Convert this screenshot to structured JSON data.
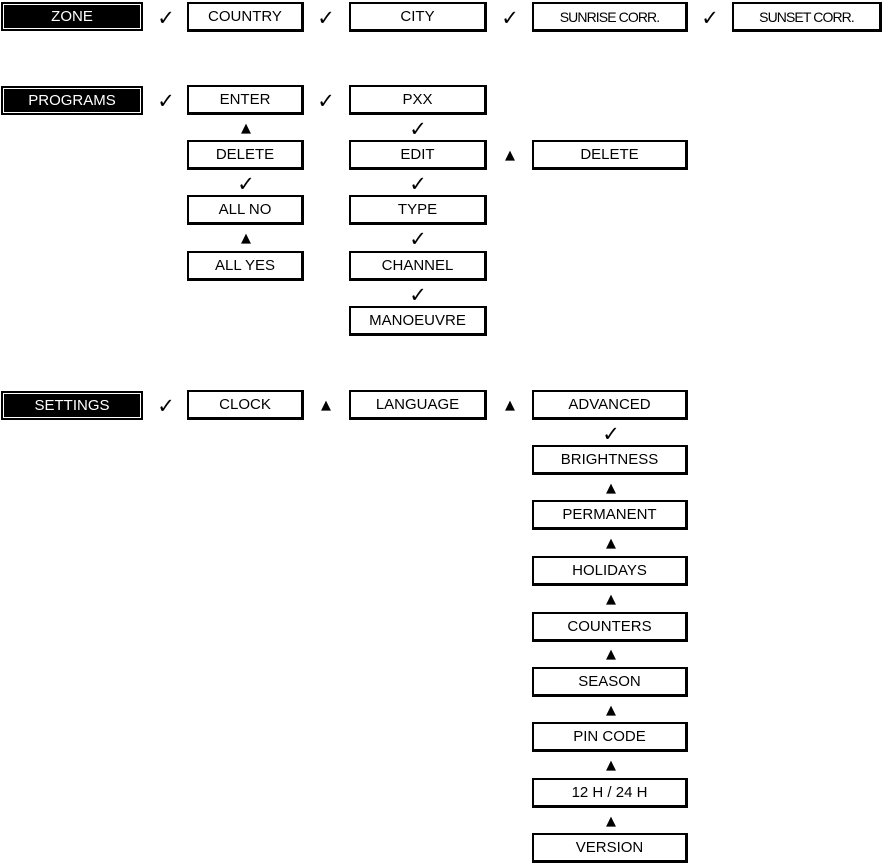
{
  "colors": {
    "header_bg": "#000000",
    "header_text": "#ffffff",
    "box_border": "#000000",
    "box_bg": "#ffffff"
  },
  "symbols": {
    "check": "✓",
    "triangle": "▲"
  },
  "zone_row": {
    "header": "ZONE",
    "items": [
      "COUNTRY",
      "CITY",
      "SUNRISE CORR.",
      "SUNSET CORR."
    ]
  },
  "programs": {
    "header": "PROGRAMS",
    "enter": "ENTER",
    "delete": "DELETE",
    "all_no": "ALL NO",
    "all_yes": "ALL YES",
    "pxx": "PXX",
    "edit": "EDIT",
    "type": "TYPE",
    "channel": "CHANNEL",
    "manoeuvre": "MANOEUVRE",
    "edit_delete": "DELETE"
  },
  "settings": {
    "header": "SETTINGS",
    "clock": "CLOCK",
    "language": "LANGUAGE",
    "advanced": "ADVANCED",
    "advanced_items": [
      "BRIGHTNESS",
      "PERMANENT",
      "HOLIDAYS",
      "COUNTERS",
      "SEASON",
      "PIN CODE",
      "12 H / 24 H",
      "VERSION"
    ]
  }
}
